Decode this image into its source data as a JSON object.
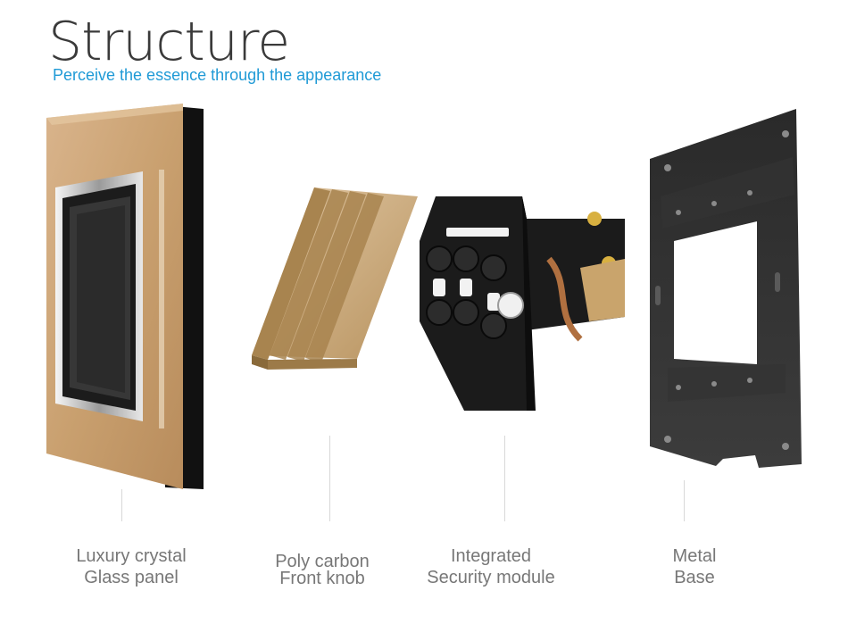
{
  "header": {
    "title": "Structure",
    "subtitle": "Perceive the essence  through the appearance"
  },
  "colors": {
    "subtitle": "#1f9ad6",
    "gold": "#c9a37a",
    "frame_black": "#1a1a1a",
    "label_gray": "#777777"
  },
  "components": [
    {
      "line1": "Luxury crystal",
      "line2": "Glass panel"
    },
    {
      "line1": "Poly carbon",
      "line2": "Front knob"
    },
    {
      "line1": "Integrated",
      "line2": "Security module"
    },
    {
      "line1": "Metal",
      "line2": "Base"
    }
  ]
}
